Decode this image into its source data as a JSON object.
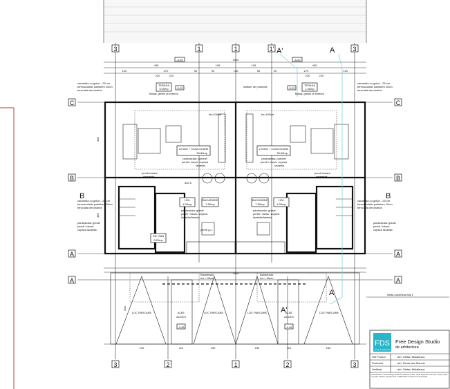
{
  "axes": {
    "top": [
      "3",
      "1",
      "1",
      "1'",
      "3"
    ],
    "bottom": [
      "3",
      "2",
      "1",
      "2",
      "3"
    ],
    "left": [
      "C",
      "B",
      "A",
      "A"
    ],
    "right": [
      "C",
      "B",
      "A",
      "A"
    ]
  },
  "section_marks": {
    "a_prime_top": "A'",
    "a_top": "A",
    "b_left": "B",
    "b_right": "B",
    "a_bottom": "A",
    "a_prime_bottom": "A'"
  },
  "dimensions": {
    "total": "1300",
    "d435_l": "435",
    "d195_l": "195",
    "d195_r": "195",
    "d435_r": "435",
    "d120_l": "120",
    "d270_l": "270",
    "d90_l": "90",
    "d90c1": "90",
    "d130": "130",
    "d90c2": "90",
    "d90_r": "90",
    "d270_r": "270",
    "d120_r": "120",
    "d220_l": "220",
    "d210_l": "210",
    "d220_r": "220",
    "d210_r": "210",
    "d400": "400",
    "d385": "385",
    "d322": "322.5",
    "d300": "300",
    "b240_l": "240",
    "b110_l": "110",
    "b230_l": "230",
    "b230_r": "230",
    "b110_r": "110",
    "b240_r": "240",
    "b1300": "1300"
  },
  "levels": {
    "top_l": "-0.20",
    "top_r": "-0.20",
    "ter_l": "-0.02",
    "ter_r": "-0.02",
    "alee_l": "-0.48",
    "alee_r": "-0.48"
  },
  "rooms": {
    "terasa_l": {
      "name": "TERASA",
      "area": "3.00mp",
      "finish": "finisaj: gresie pt exterior"
    },
    "terasa_r": {
      "name": "TERASA",
      "area": "1.40mp",
      "finish": "finisaj: gresie pt exterior"
    },
    "living_l": {
      "name": "LIVING + CASA SCARII",
      "area": "30.60mp",
      "finish1": "pardoseala: parchet",
      "finish2": "pereti / tavan: vopsea",
      "finish3": "lavabila"
    },
    "living_r": {
      "name": "LIVING + CASA SCARII",
      "area": "30.60mp",
      "finish1": "pardoseala: parchet",
      "finish2": "pereti / tavan: vopsea",
      "finish3": "lavabila"
    },
    "hol_l": {
      "name": "HOL",
      "area": "4.00mp"
    },
    "bucatarie_l": {
      "name": "BUCATARIE",
      "area": "7.50mp"
    },
    "hol_r": {
      "name": "HOL",
      "area": "4.00mp"
    },
    "bucatarie_r": {
      "name": "BUCATARIE",
      "area": "7.50mp"
    },
    "wet_l": {
      "f1": "pardoseala: gresie",
      "f2": "pereti / tavan: vopsea",
      "f3": "lavabila/faianta"
    },
    "wet_r": {
      "f1": "pardoseala: gresie",
      "f2": "pereti / tavan: vopsea",
      "f3": "lavabila/faianta"
    },
    "grsan": {
      "name": "GR. SAN",
      "area": "3.20mp"
    }
  },
  "notes": {
    "caramida_l": "caramida cu goluri - 25 cm",
    "termo_l": "termoizolatie polistiren 10cm",
    "tencuiala_l": "tencuiala decorativa",
    "caramida_r": "caramida cu goluri - 25 cm",
    "termo_r": "termoizolatie polistiren 10cm",
    "tencuiala_r": "tencuiala decorativa",
    "parchet_l": "pardoseala: gresie",
    "parchet_l2": "pereti / tavan:",
    "parchet_l3": "vopsea lavabila",
    "parchet_r": "pardoseala: gresie",
    "parchet_r2": "pereti / tavan:",
    "parchet_r3": "vopsea lavabila",
    "pereti_l": "pereti izolare",
    "pereti_l2": "caramida",
    "pereti_r": "pereti izolare",
    "pereti_r2": "caramida",
    "pereti_gc": "pereti g.c.",
    "fereastra_l": "fw=100cm",
    "fereastra_r": "fw=100cm",
    "balustrada_l": "Balustrada",
    "balustrada_l2": "hw = 90cm",
    "balustrada_r": "Balustrada",
    "balustrada_r2": "hw = 90cm",
    "protectie": "linitiuer de protectie",
    "copertina": "limita copertina etaj 1"
  },
  "parking": {
    "loc1": "LOC PARCARE",
    "loc2": "LOC PARCARE",
    "loc3": "LOC PARCARE",
    "loc4": "LOC PARCARE",
    "alee1a": "ALEE",
    "alee1b": "ACCES",
    "alee2a": "ALEE",
    "alee2b": "ACCES"
  },
  "title_block": {
    "logo": "FDS",
    "logo_sub": "studio de arhitectura",
    "studio": "Free Design Studio",
    "studio_sub": "de  arhitectura",
    "rows": [
      {
        "label": "Sef Proiect",
        "value": "arh. Stefan Mihailescu"
      },
      {
        "label": "Proiectat",
        "value": "arh. Ruxandra Stanciu"
      },
      {
        "label": "Verificat",
        "value": "arh. Stefan Mihailescu"
      }
    ],
    "copyright": "COPYRIGHT © Free Design Studio de arhitectura SRL. Toate drepturile rezervate. Acest proiect nu poate fi folosit, reprodus sau modificat fara acordul scris al autorului."
  },
  "colors": {
    "logo_bg": "#2ab5c9",
    "red_line": "#c0392b",
    "section_line": "#7fd3e0"
  }
}
